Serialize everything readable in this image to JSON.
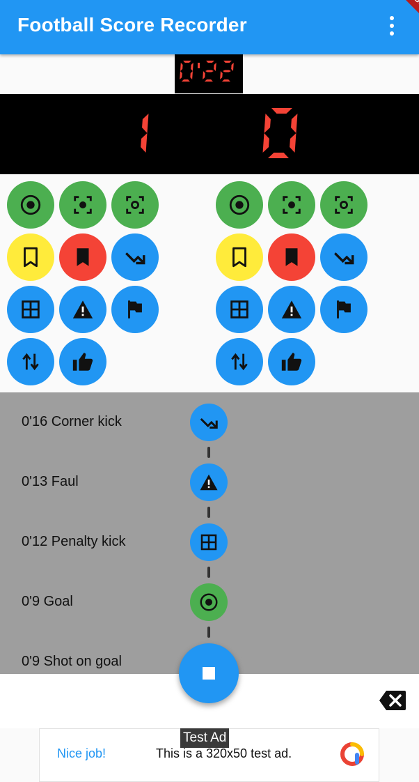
{
  "app": {
    "title": "Football Score Recorder",
    "debug_banner": "DEBUG",
    "accent_color": "#2196f3"
  },
  "timer": {
    "value": "0'22",
    "color": "#f44336"
  },
  "score": {
    "home": "1",
    "away": "0",
    "digit_color": "#f44336"
  },
  "event_buttons": {
    "home": [
      "goal",
      "shot-on-goal",
      "shot-off-goal",
      "yellow-card",
      "red-card",
      "corner-kick",
      "penalty-kick",
      "foul",
      "offside",
      "substitution",
      "good-play"
    ],
    "away": [
      "goal",
      "shot-on-goal",
      "shot-off-goal",
      "yellow-card",
      "red-card",
      "corner-kick",
      "penalty-kick",
      "foul",
      "offside",
      "substitution",
      "good-play"
    ]
  },
  "timeline": {
    "events": [
      {
        "label": "0'16 Corner kick",
        "icon": "corner-kick-icon",
        "color": "#2196f3"
      },
      {
        "label": "0'13 Faul",
        "icon": "foul-icon",
        "color": "#2196f3"
      },
      {
        "label": "0'12 Penalty kick",
        "icon": "penalty-kick-icon",
        "color": "#2196f3"
      },
      {
        "label": "0'9 Goal",
        "icon": "goal-icon",
        "color": "#4caf50"
      },
      {
        "label": "0'9 Shot on goal",
        "icon": "shot-on-goal-icon",
        "color": "#4caf50"
      }
    ]
  },
  "fab": {
    "icon": "stop-icon"
  },
  "ad": {
    "tag": "Test Ad",
    "headline": "Nice job!",
    "body": "This is a 320x50 test ad."
  }
}
